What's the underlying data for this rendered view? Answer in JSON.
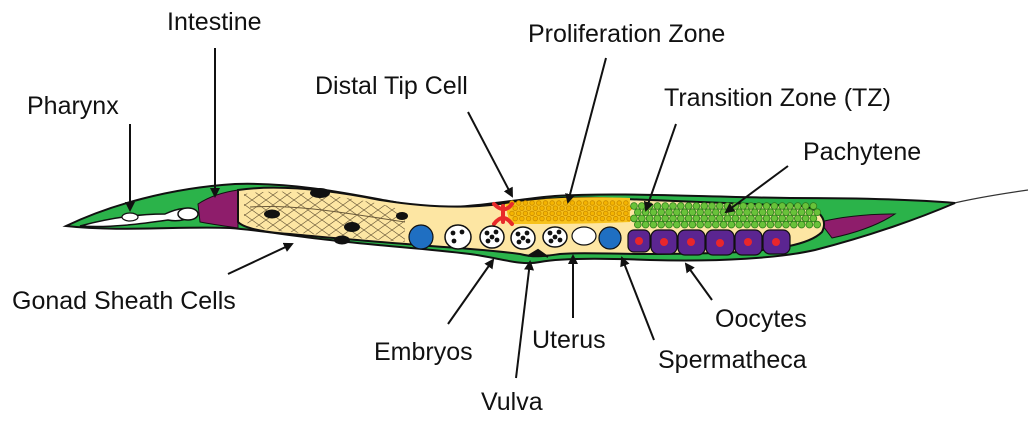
{
  "labels": {
    "intestine": "Intestine",
    "pharynx": "Pharynx",
    "proliferation_zone": "Proliferation Zone",
    "distal_tip_cell": "Distal Tip Cell",
    "transition_zone": "Transition Zone (TZ)",
    "pachytene": "Pachytene",
    "gonad_sheath_cells": "Gonad Sheath Cells",
    "oocytes": "Oocytes",
    "uterus": "Uterus",
    "embryos": "Embryos",
    "spermatheca": "Spermatheca",
    "vulva": "Vulva"
  },
  "colors": {
    "body_green": "#2bb34a",
    "intestine_purple": "#8e1d6b",
    "gonad_yellow": "#fde6a3",
    "proliferation_yellow": "#f7c21c",
    "pachytene_green": "#69c23a",
    "oocyte_purple": "#5b2591",
    "nucleus_red": "#e8262b",
    "blue_cell": "#1f6fc2",
    "distal_tip_red": "#e82a2a",
    "outline": "#111111"
  }
}
